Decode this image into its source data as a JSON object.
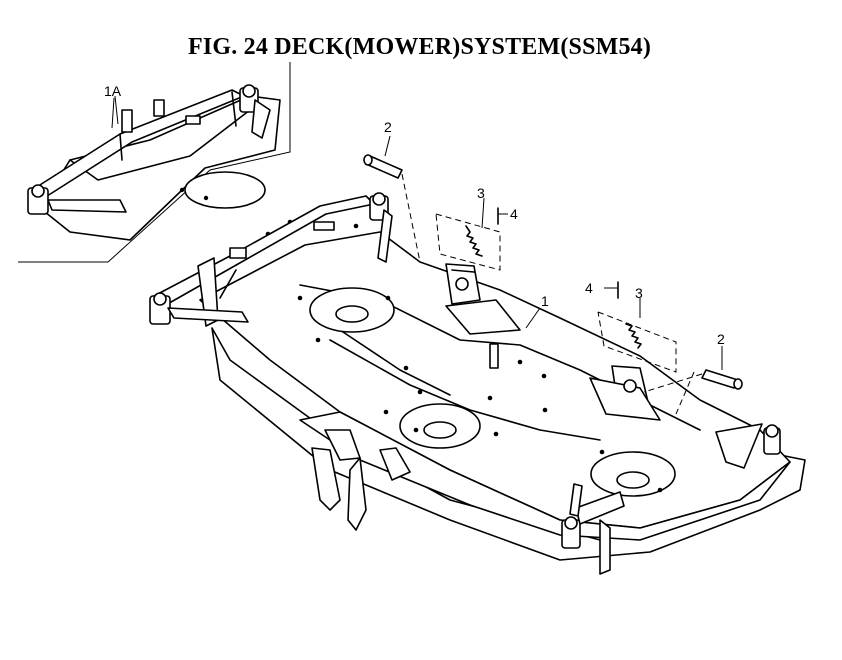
{
  "figure": {
    "title": "FIG. 24  DECK(MOWER)SYSTEM(SSM54)"
  },
  "callouts": {
    "inset_1a": "1A",
    "part_1": "1",
    "part_2_top": "2",
    "part_3_top": "3",
    "part_4_top": "4",
    "part_4_mid": "4",
    "part_3_mid": "3",
    "part_2_right": "2"
  }
}
